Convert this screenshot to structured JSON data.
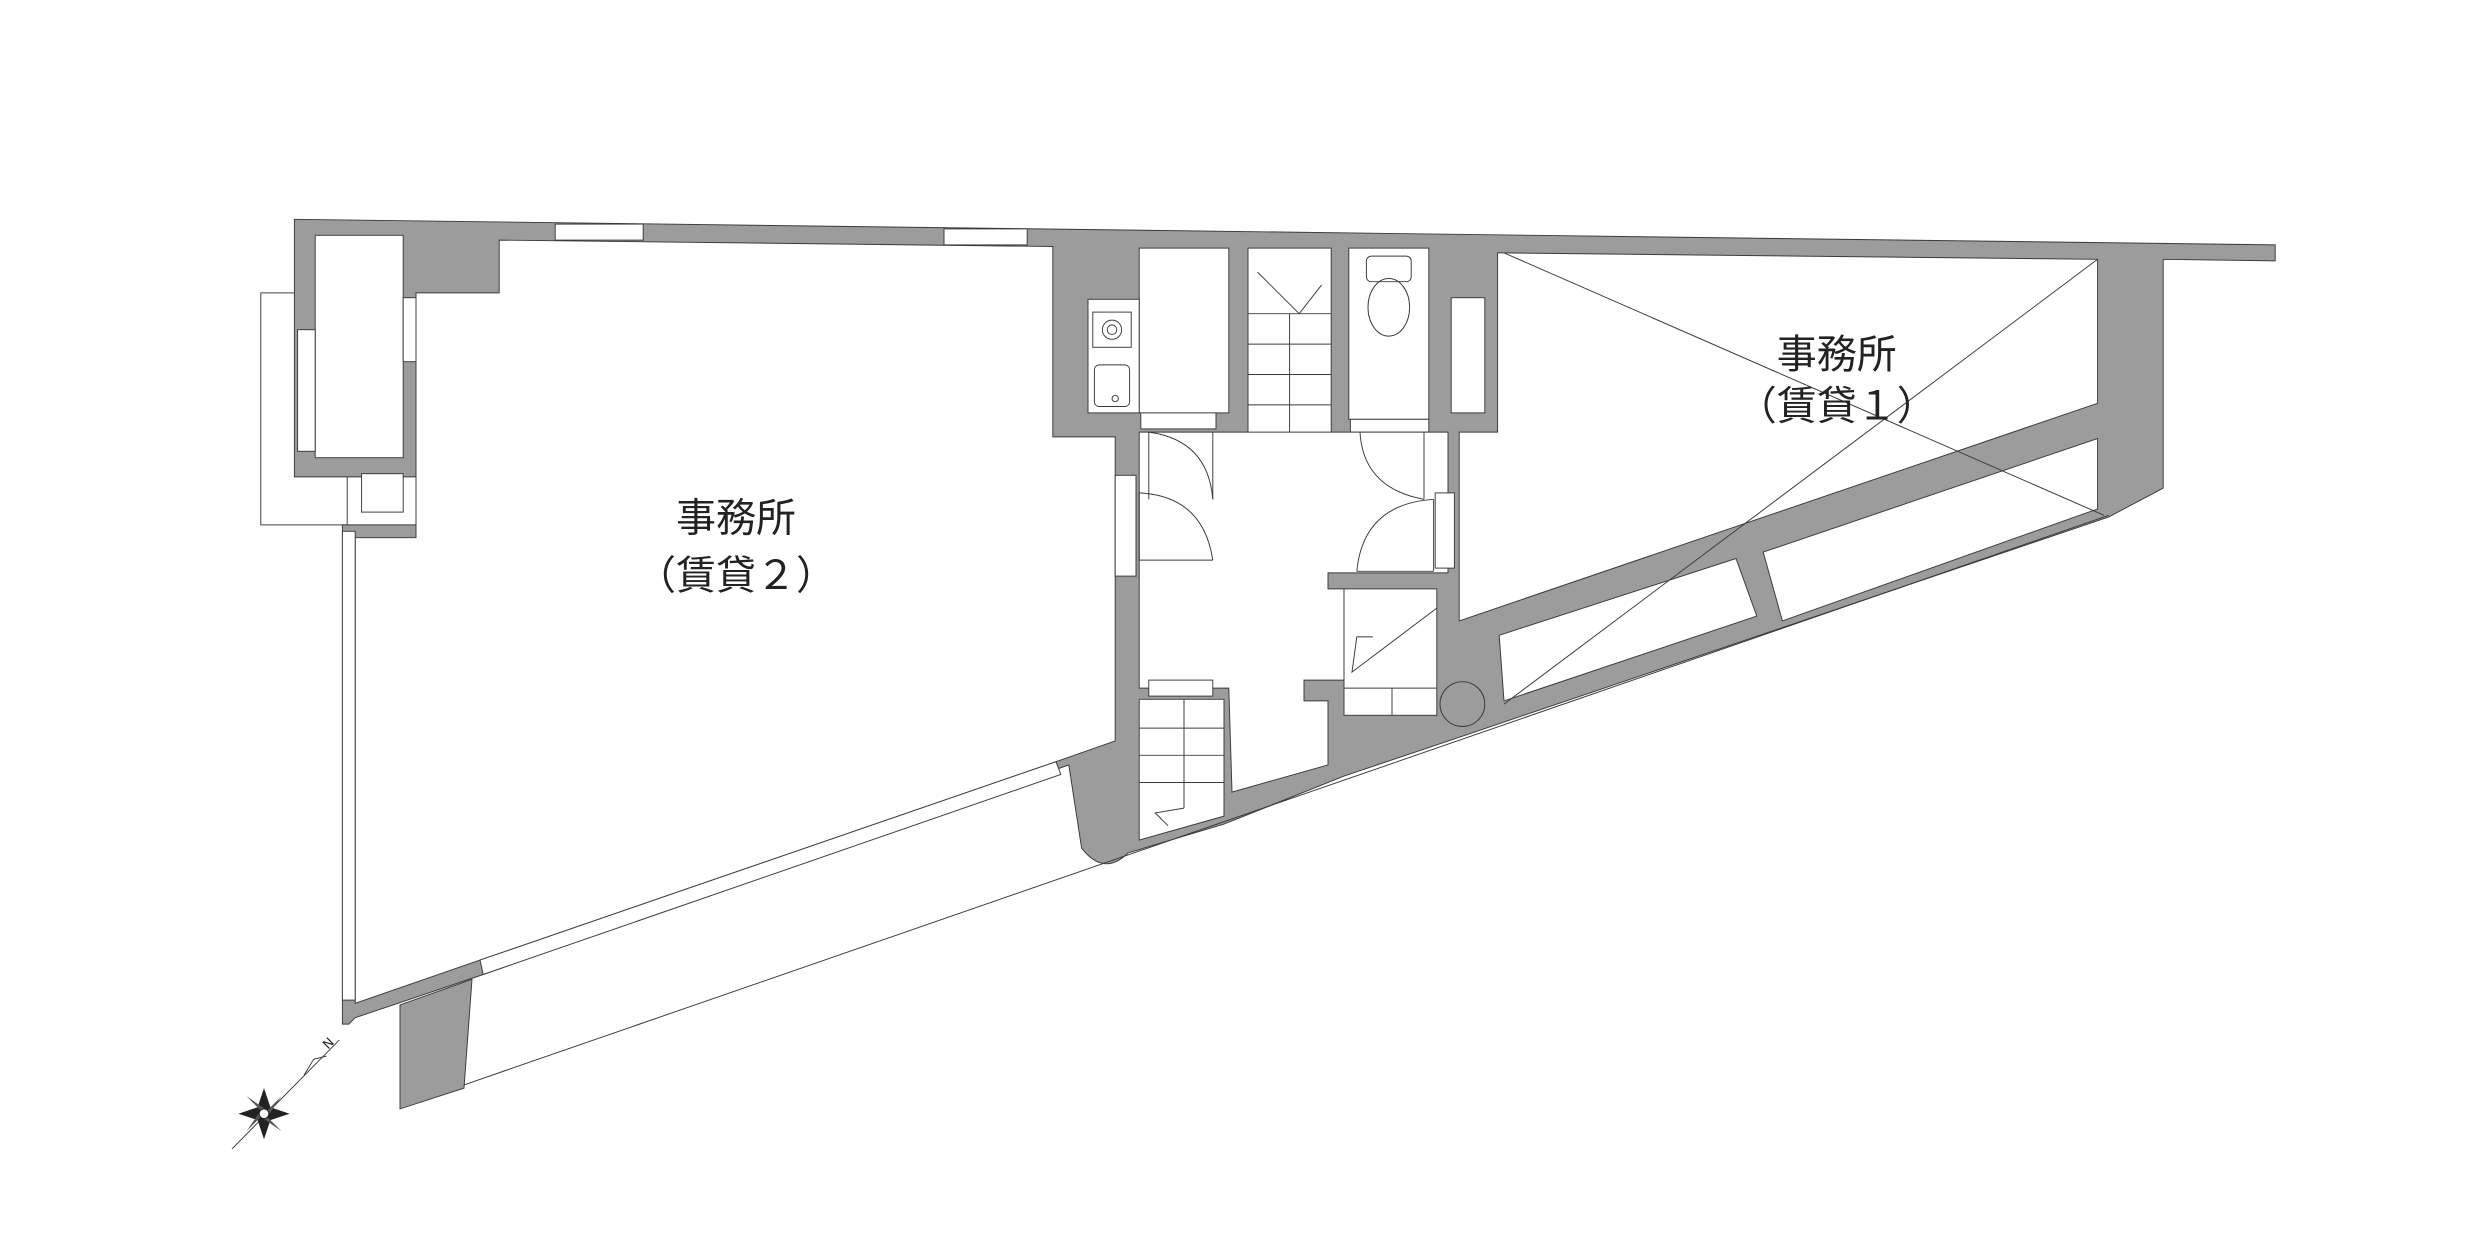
{
  "rooms": {
    "office_2": {
      "name": "事務所",
      "sub": "（賃貸２）"
    },
    "office_1": {
      "name": "事務所",
      "sub": "（賃貸１）"
    }
  },
  "compass": {
    "north_label": "N"
  },
  "colors": {
    "wall": "#9c9c9c",
    "line": "#3a3a3a",
    "background": "#ffffff"
  }
}
